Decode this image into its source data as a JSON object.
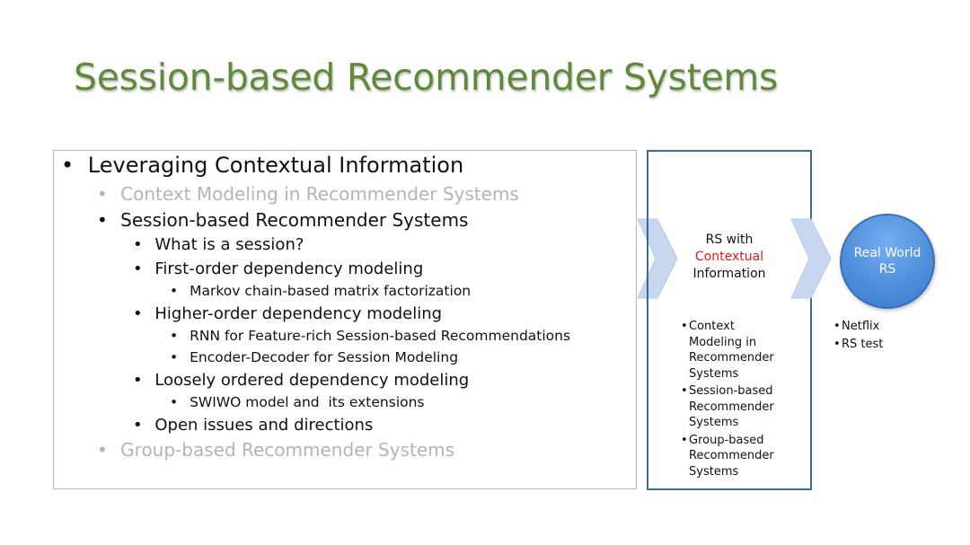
{
  "slide": {
    "title": "Session-based Recommender Systems",
    "outline": [
      {
        "level": 1,
        "bullet": "•",
        "text": "Leveraging Contextual Information",
        "dimmed": false
      },
      {
        "level": 2,
        "bullet": "•",
        "text": "Context Modeling in Recommender Systems",
        "dimmed": true
      },
      {
        "level": 2,
        "bullet": "•",
        "text": "Session-based Recommender Systems",
        "dimmed": false
      },
      {
        "level": 3,
        "bullet": "•",
        "text": "What is a session?",
        "dimmed": false
      },
      {
        "level": 3,
        "bullet": "•",
        "text": "First-order dependency modeling",
        "dimmed": false
      },
      {
        "level": 4,
        "bullet": "•",
        "text": "Markov chain-based matrix factorization",
        "dimmed": false
      },
      {
        "level": 3,
        "bullet": "•",
        "text": "Higher-order dependency modeling",
        "dimmed": false
      },
      {
        "level": 4,
        "bullet": "•",
        "text": "RNN for Feature-rich Session-based Recommendations",
        "dimmed": false
      },
      {
        "level": 4,
        "bullet": "•",
        "text": "Encoder-Decoder for Session Modeling",
        "dimmed": false
      },
      {
        "level": 3,
        "bullet": "•",
        "text": "Loosely ordered dependency modeling",
        "dimmed": false
      },
      {
        "level": 4,
        "bullet": "•",
        "text": "SWIWO model and  its extensions",
        "dimmed": false
      },
      {
        "level": 3,
        "bullet": "•",
        "text": "Open issues and directions",
        "dimmed": false
      },
      {
        "level": 2,
        "bullet": "•",
        "text": "Group-based Recommender Systems",
        "dimmed": true
      }
    ],
    "center_node": {
      "line1": "RS with",
      "line2": "Contextual",
      "line3": "Information",
      "highlight_color": "#e01b1b"
    },
    "center_items": [
      {
        "bullet": "•",
        "lines": [
          "Context",
          "Modeling in",
          "Recommender",
          "Systems"
        ]
      },
      {
        "bullet": "•",
        "lines": [
          "Session-based",
          "Recommender",
          "Systems"
        ]
      },
      {
        "bullet": "•",
        "lines": [
          "Group-based",
          "Recommender",
          "Systems"
        ]
      }
    ],
    "right_node": {
      "line1": "Real World",
      "line2": "RS"
    },
    "right_items": [
      {
        "bullet": "•",
        "text": "Netflix"
      },
      {
        "bullet": "•",
        "text": "RS test"
      }
    ],
    "colors": {
      "title": "#5f8a3a",
      "chevron": "#c6d7ef",
      "frame": "#3f6a96",
      "circle": "#4f8fdc",
      "dimmed_text": "#b4b4b4"
    }
  }
}
